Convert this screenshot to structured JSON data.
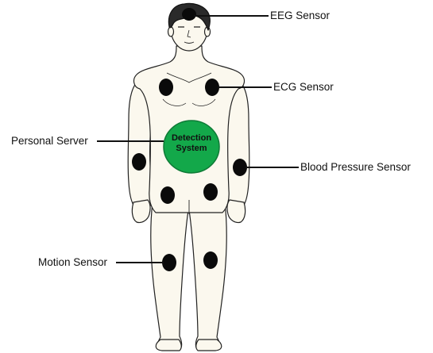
{
  "labels": {
    "eeg": "EEG Sensor",
    "ecg": "ECG Sensor",
    "personal_server": "Personal Server",
    "blood_pressure": "Blood Pressure Sensor",
    "motion": "Motion Sensor"
  },
  "hub": {
    "line1": "Detection",
    "line2": "System"
  },
  "colors": {
    "skin": "#fbf8ee",
    "outline": "#222222",
    "hair": "#2a2a2a",
    "sensor": "#0a0a0a",
    "hub": "#13a84a"
  },
  "icons": [
    "human-body-figure",
    "sensor-dot",
    "detection-system-circle"
  ]
}
